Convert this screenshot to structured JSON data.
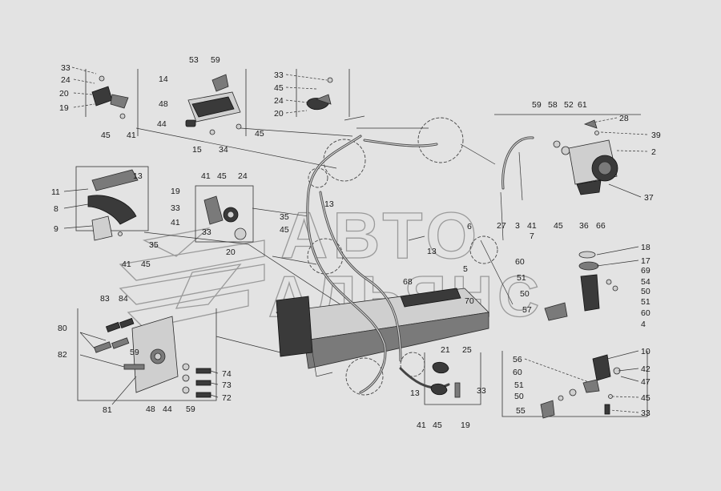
{
  "watermark": {
    "line1": "АВТО",
    "line2": "АЛЬЯНС"
  },
  "colors": {
    "background": "#e3e3e3",
    "line": "#333333",
    "part_dark": "#3a3a3a",
    "part_mid": "#7a7a7a",
    "watermark": "#9a9a9a"
  },
  "callouts": {
    "c1": "33",
    "c2": "24",
    "c3": "20",
    "c4": "19",
    "c5": "45",
    "c6": "41",
    "c7": "53",
    "c8": "59",
    "c9": "14",
    "c10": "48",
    "c11": "44",
    "c12": "15",
    "c13": "34",
    "c14": "45",
    "c15": "33",
    "c16": "45",
    "c17": "24",
    "c18": "20",
    "c19": "59",
    "c20": "58",
    "c21": "52",
    "c22": "61",
    "c23": "28",
    "c24": "39",
    "c25": "2",
    "c26": "37",
    "c27": "11",
    "c28": "13",
    "c29": "8",
    "c30": "9",
    "c31": "35",
    "c32": "41",
    "c33": "45",
    "c34": "41",
    "c35": "45",
    "c36": "24",
    "c37": "19",
    "c38": "33",
    "c39": "41",
    "c40": "33",
    "c41": "20",
    "c42": "35",
    "c43": "13",
    "c44": "45",
    "c45": "13",
    "c46": "6",
    "c47": "5",
    "c48": "68",
    "c49": "70",
    "c50": "27",
    "c51": "3",
    "c52": "41",
    "c53": "7",
    "c54": "45",
    "c55": "36",
    "c56": "66",
    "c57": "18",
    "c58": "17",
    "c59": "69",
    "c60": "54",
    "c61": "50",
    "c62": "51",
    "c63": "60",
    "c64": "4",
    "c65": "60",
    "c66": "51",
    "c67": "50",
    "c68": "57",
    "c69": "83",
    "c70": "84",
    "c71": "80",
    "c72": "82",
    "c73": "59",
    "c74": "81",
    "c75": "48",
    "c76": "44",
    "c77": "59",
    "c78": "74",
    "c79": "73",
    "c80": "72",
    "c81": "21",
    "c82": "25",
    "c83": "33",
    "c84": "41",
    "c85": "45",
    "c86": "19",
    "c87": "13",
    "c88": "56",
    "c89": "60",
    "c90": "51",
    "c91": "50",
    "c92": "55",
    "c93": "10",
    "c94": "42",
    "c95": "47",
    "c96": "45",
    "c97": "33"
  }
}
